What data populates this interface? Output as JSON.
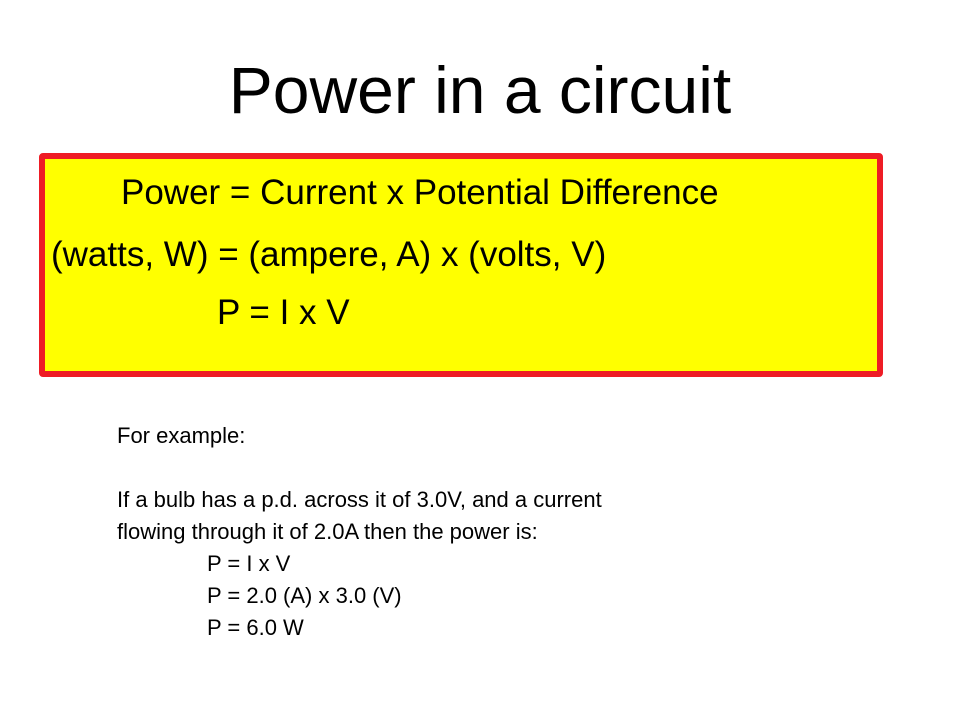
{
  "slide": {
    "title": "Power in a circuit"
  },
  "formula_box": {
    "line1": "Power = Current x Potential Difference",
    "line2": "(watts, W) = (ampere, A) x (volts, V)",
    "line3": "P = I x V",
    "background_color": "#ffff00",
    "border_color": "#ee1c25"
  },
  "example": {
    "heading": "For example:",
    "sentence_line1": "If a bulb has a p.d. across it of 3.0V, and a current",
    "sentence_line2": "flowing through it of 2.0A then the power is:",
    "steps": [
      "P = I x V",
      "P = 2.0 (A) x 3.0 (V)",
      "P = 6.0 W"
    ]
  }
}
